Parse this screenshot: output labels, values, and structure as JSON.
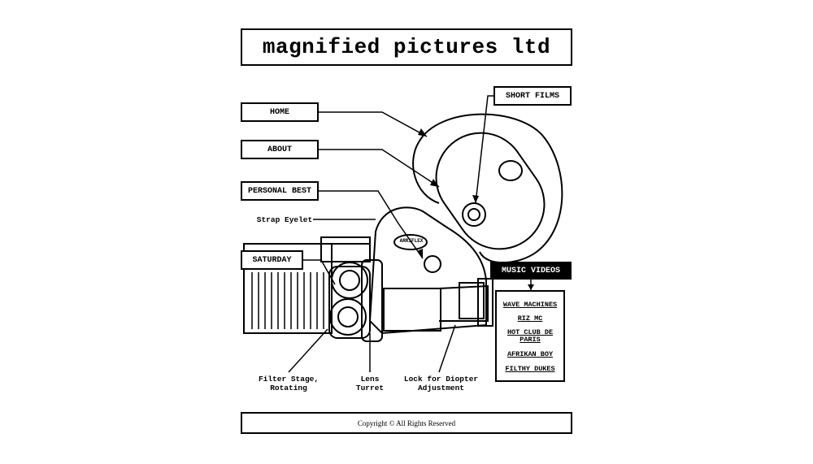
{
  "site": {
    "title": "magnified pictures ltd"
  },
  "nav": {
    "home": "HOME",
    "about": "ABOUT",
    "personal_best": "PERSONAL BEST",
    "saturday": "SATURDAY",
    "short_films": "SHORT FILMS",
    "music_videos": "MUSIC VIDEOS"
  },
  "music_videos": {
    "items": [
      "WAVE MACHINES",
      "RIZ MC",
      "HOT CLUB DE PARIS",
      "AFRIKAN BOY",
      "FILTHY DUKES"
    ]
  },
  "camera_labels": {
    "strap_eyelet": "Strap Eyelet",
    "filter_stage": "Filter Stage,\nRotating",
    "lens_turret": "Lens\nTurret",
    "diopter_lock": "Lock for Diopter\nAdjustment"
  },
  "logo_text": "ARRIFLEX",
  "footer": {
    "copyright": "Copyright © All Rights Reserved"
  }
}
